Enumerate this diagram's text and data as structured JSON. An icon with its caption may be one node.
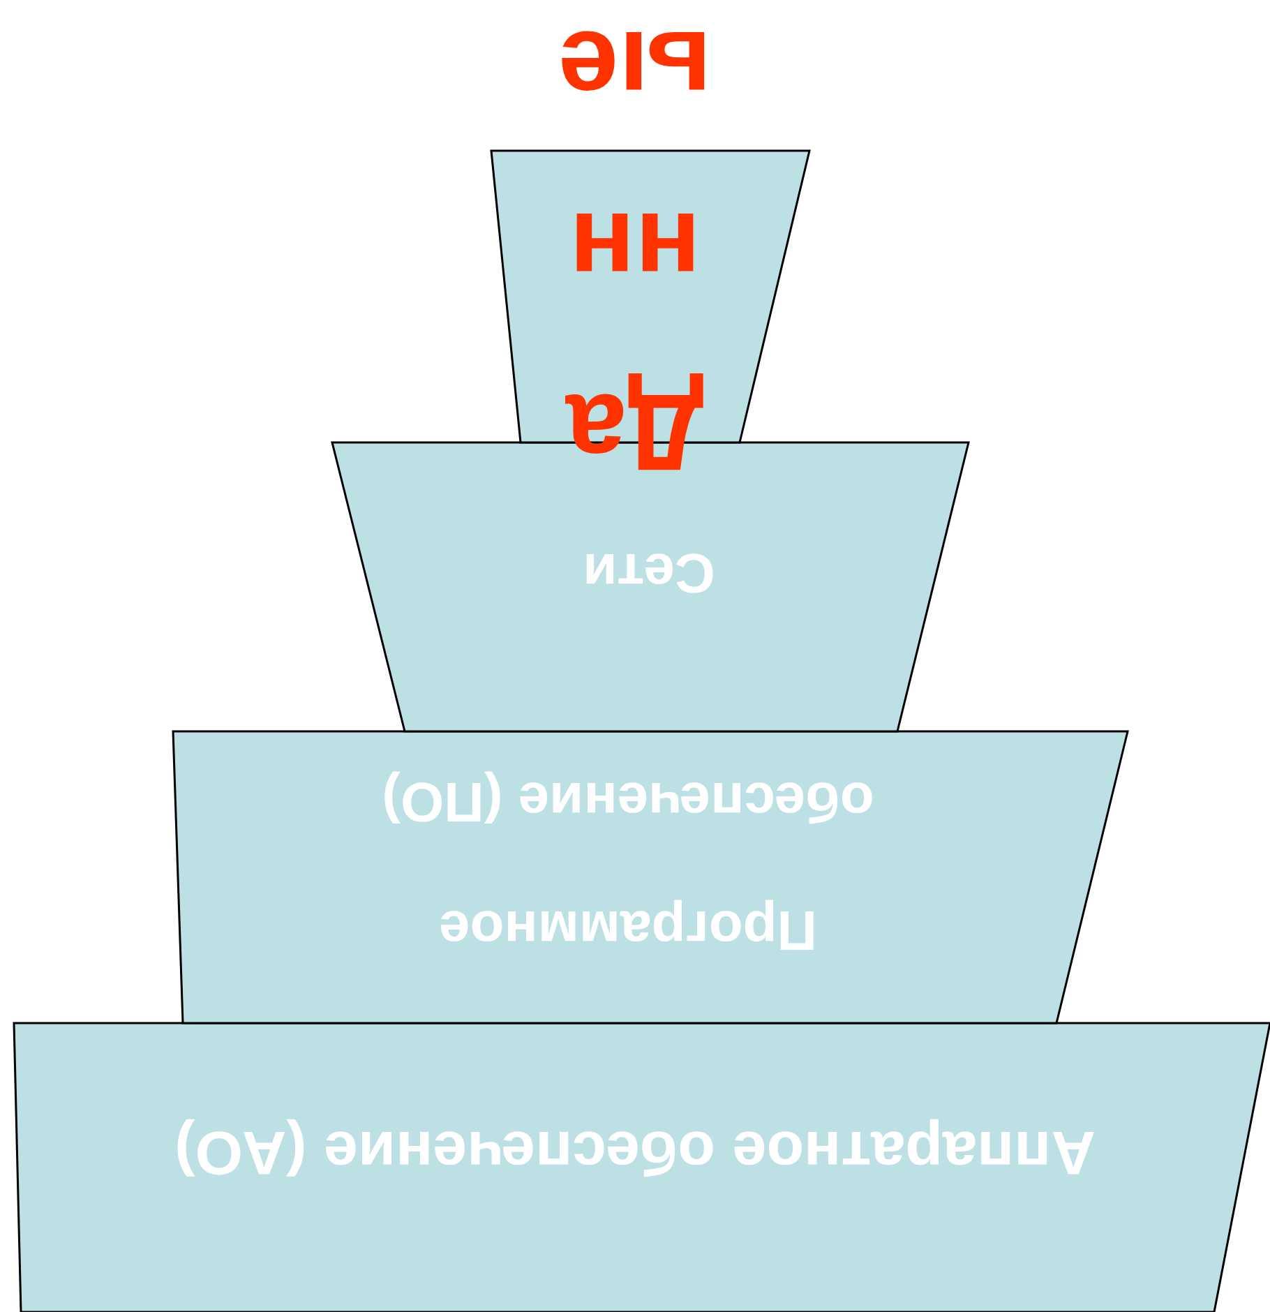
{
  "diagram": {
    "nodes": [
      {
        "text": [
          "Данные"
        ]
      },
      {
        "text": [
          "Сети"
        ]
      },
      {
        "text": [
          "Программное обеспечение (ПО)"
        ]
      },
      {
        "text": [
          "Аппаратное обеспечение (АО)"
        ]
      }
    ]
  }
}
